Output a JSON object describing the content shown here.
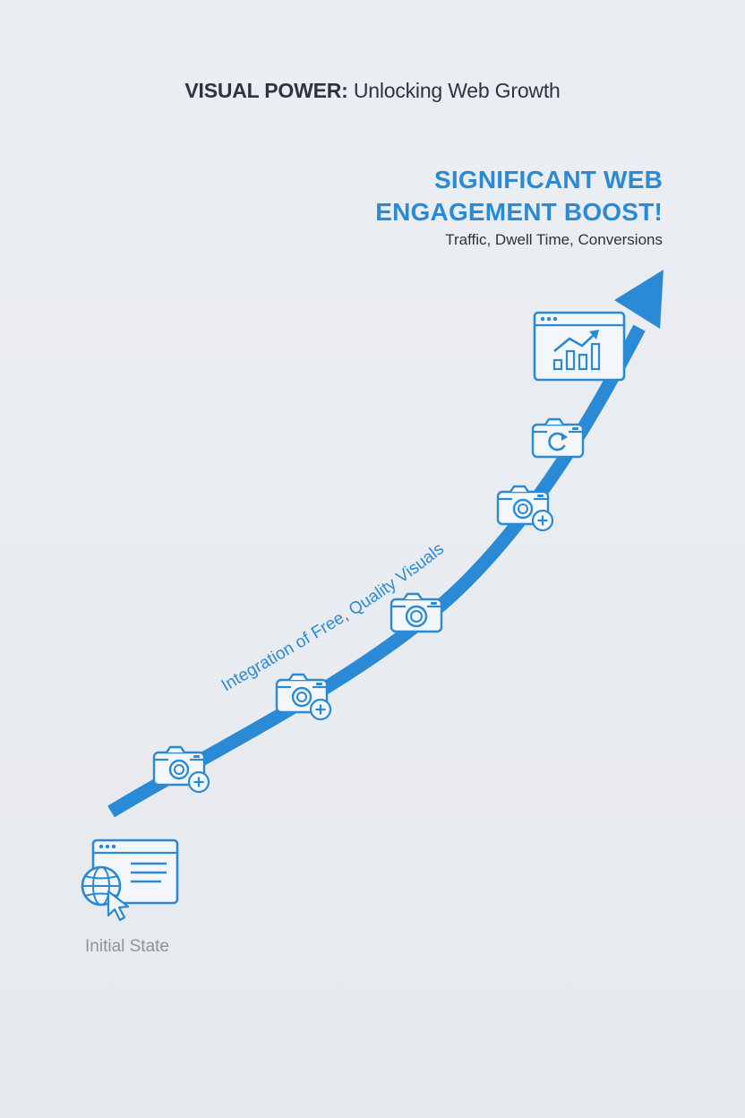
{
  "title": {
    "strong": "VISUAL POWER:",
    "rest": " Unlocking Web Growth"
  },
  "headline": {
    "line1": "SIGNIFICANT WEB",
    "line2": "ENGAGEMENT BOOST!"
  },
  "subtitle": "Traffic, Dwell Time, Conversions",
  "path_label": "Integration of Free, Quality Visuals",
  "start_label": "Initial State",
  "colors": {
    "accent": "#2b8ad6",
    "background": "#e9ecf1",
    "title_text": "#2b3440",
    "muted_text": "#8e949b"
  },
  "icons": {
    "start": "website-globe-cursor-icon",
    "steps": [
      "camera-plus-icon",
      "camera-plus-icon",
      "camera-icon",
      "camera-plus-icon",
      "camera-refresh-icon"
    ],
    "end": "website-growth-chart-icon"
  }
}
